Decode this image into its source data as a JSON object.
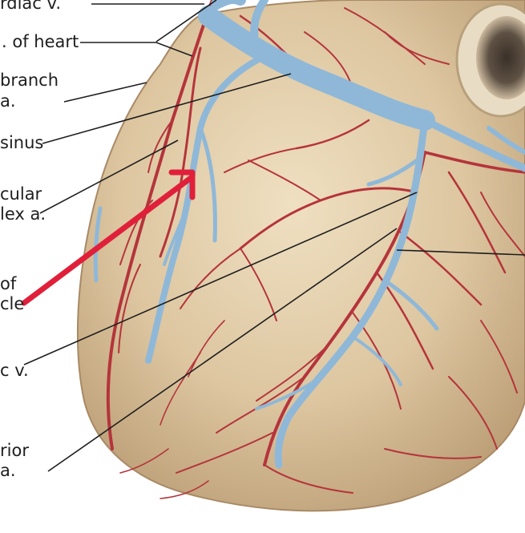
{
  "labels": {
    "l1": "rdiac v.",
    "l2": ". of heart",
    "l3a": "branch",
    "l3b": "a.",
    "l4": "sinus",
    "l5a": "cular",
    "l5b": "lex a.",
    "l6a": "of",
    "l6b": "cle",
    "l7": "c v.",
    "l8a": "rior",
    "l8b": "a."
  },
  "colors": {
    "background": "#ffffff",
    "heart_tissue": "#d8bf98",
    "artery": "#b5343b",
    "vein": "#8fb8d8",
    "leader_line": "#1e1e1e",
    "pointer_arrow": "#e0203a"
  },
  "icons": {
    "pointer": "red-arrow-icon"
  }
}
